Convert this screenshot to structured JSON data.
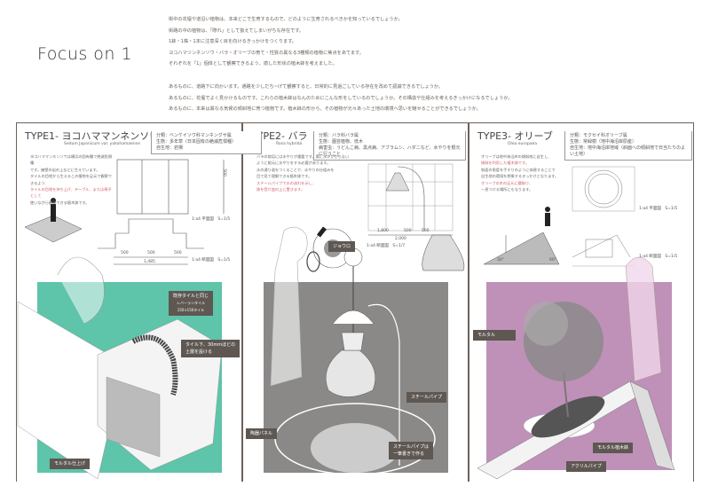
{
  "title": "Focus on 1",
  "intro": [
    "街中の花壇や道沿い植物は、本来どこで生育するもので、どのように生育されるべきかを知っているでしょうか。",
    "街路の中の植物は、「際れ」として扱えてしまいがちな存在です。",
    "1鉢・1株・1本に注意深く目を向けるきっかけをつくります。",
    "ヨコハマツンネンソウ・バラ・オリーブの育て・性質の異なる3種類の植物に焦点をあてます。",
    "それぞれを「1」個体として観察できるよう、適した形状の植木鉢を考えました。",
    "あるものに、道路下に向かいます。通路を少しだち~げて観察すると、日常的に見過ごしている存在を改めて認識できるでしょうか。",
    "あるものに、花壇でよく見かけるものです。これらの植木鉢はなんのためにこんな形をしているのでしょうか。その構造や仕組みを考えるきっかけになるでしょうか。",
    "あるものに、本来は異なる気候の傾斜地に育つ植物です。植木鉢の形から、その植物が元々あった土地の環境へ思いを馳せることができるでしょうか。"
  ],
  "colors": {
    "type1": "#5ec4aa",
    "type2": "#8b8987",
    "type3": "#bf91b8",
    "label": "#5e5752",
    "frame": "#6b615a"
  },
  "types": [
    {
      "title": "TYPE1- ヨコハママンネンソウ",
      "latin": "Sedum Japonicum var. yokohamaense",
      "info": [
        "分類：ベンケイソウ科マンネングサ属",
        "生態：多年草（日本固有の絶滅危惧種）",
        "自生地：岩場"
      ],
      "desc": [
        "ヨコハママンネンソウは横浜の固有種で絶滅危惧種",
        "です。擁壁の岩の上などに生えています。",
        "タイルの目地から生えるこの植物を足元で観察できるよう",
        "タイルの目地を持ち上げ、テーブル、または椅子として",
        "使いながら観察できる植木鉢です。"
      ],
      "dims": {
        "height": "500",
        "w1": "500",
        "w2": "500",
        "w3": "500",
        "total": "1,485"
      },
      "scales": [
        "1:a4 平面図　S=1/5",
        "1:a4 断面図　S=1/5"
      ],
      "labels": [
        "既存タイルと同じ",
        "レバーランタイル",
        "150×150タイル",
        "タイル下、30mmほどの",
        "土層を設ける",
        "モルタル仕上げ"
      ]
    },
    {
      "title": "TYPE2- バラ",
      "latin": "Rosa hybrida",
      "info": [
        "分類：バラ科バラ属",
        "生態：園芸植物、低木",
        "病害虫：うどんこ病、黒点病、アブラムシ、ハダニなど、水やりを根元に行うこと"
      ],
      "desc": [
        "バラの栽培には水やりが重要です。葉に水がかからない",
        "ように根元に水やりをする必要があります。",
        "水の通り道をつくることで、水やりの仕組みを",
        "目で見て理解できる植木鉢です。",
        "スチールパイプで水の流れを示し、",
        "鉢を受け皿の上に置きます。"
      ],
      "dims": {
        "d1": "1,800",
        "d2": "500",
        "d3": "500",
        "total": "2,000"
      },
      "scales": [
        "1:a4 断面図　S=1/7"
      ],
      "labels": [
        "ジョウロ",
        "スチールパイプ",
        "陶器パネル",
        "スチールパイプは",
        "一筆書きで作る"
      ]
    },
    {
      "title": "TYPE3- オリーブ",
      "latin": "Olea europaea",
      "info": [
        "分類：モクセイ科オリーブ属",
        "生態：常緑樹（地中海沿岸原産）",
        "自生地：地中海沿岸地域（斜面への傾斜地で日当たりのよい土地）"
      ],
      "desc": [
        "オリーブは地中海沿岸の傾斜地に自生し、",
        "傾斜を利用した植木鉢です。",
        "斜面の角度を手すりのように体感することで",
        "自生地の環境を想像するきっかけとなります。",
        "オリーブの木の足元に腰掛け、",
        "一息つける場所にもなります。"
      ],
      "angles": [
        "30°",
        "60°"
      ],
      "scales": [
        "1:a4 平面図　S=1/5",
        "1:a4 断面図　S=1/5"
      ],
      "labels": [
        "モルタル",
        "モルタル植木鉢",
        "アクリルパイプ"
      ]
    }
  ]
}
